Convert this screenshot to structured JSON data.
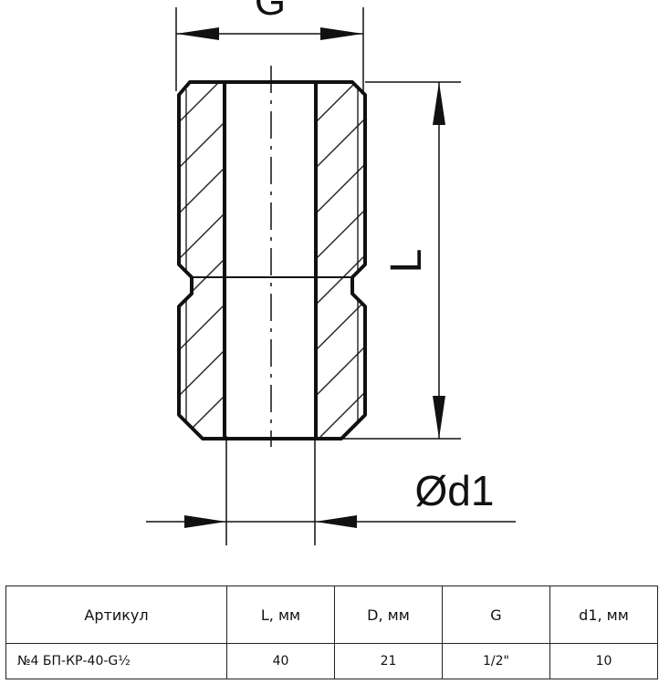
{
  "drawing": {
    "labels": {
      "g": "G",
      "l": "L",
      "d1": "Ød1"
    }
  },
  "table": {
    "headers": [
      "Артикул",
      "L, мм",
      "D, мм",
      "G",
      "d1, мм"
    ],
    "rows": [
      [
        "№4 БП-КР-40-G½",
        "40",
        "21",
        "1/2\"",
        "10"
      ]
    ]
  }
}
